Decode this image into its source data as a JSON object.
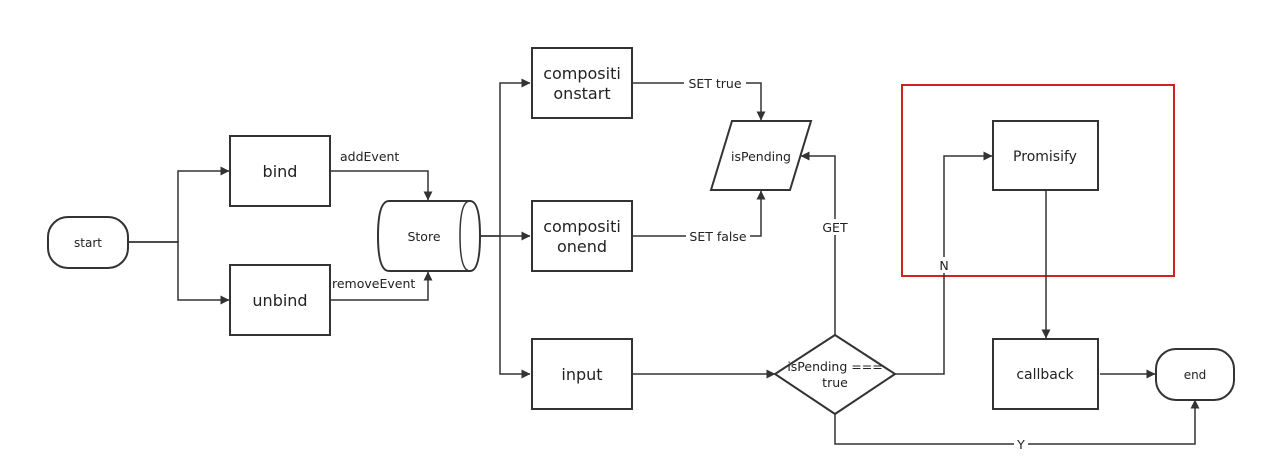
{
  "nodes": {
    "start": "start",
    "bind": "bind",
    "unbind": "unbind",
    "store": "Store",
    "compositionstart": [
      "compositi",
      "onstart"
    ],
    "compositionend": [
      "compositi",
      "onend"
    ],
    "input": "input",
    "is_pending": "isPending",
    "decision": [
      "isPending ===",
      "true"
    ],
    "promisify": "Promisify",
    "callback": "callback",
    "end": "end"
  },
  "edges": {
    "add_event": "addEvent",
    "remove_event": "removeEvent",
    "set_true": "SET true",
    "set_false": "SET false",
    "get": "GET",
    "no": "N",
    "yes": "Y"
  },
  "colors": {
    "stroke": "#333333",
    "highlight": "#d42020",
    "background": "#ffffff"
  }
}
